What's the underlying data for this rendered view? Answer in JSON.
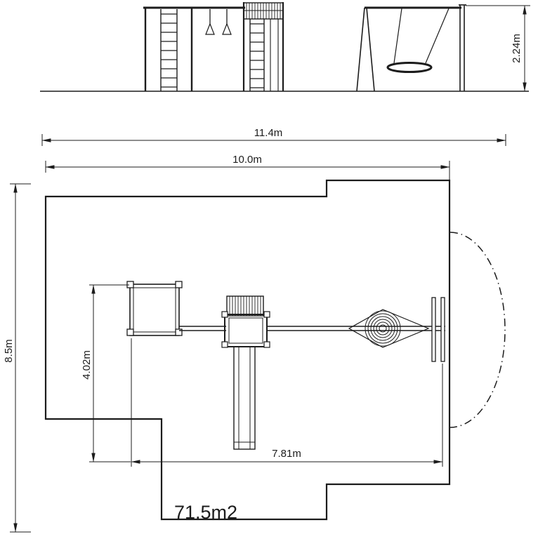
{
  "labels": {
    "elevation_height": "2.24m",
    "overall_width": "11.4m",
    "inner_width": "10.0m",
    "overall_depth": "8.5m",
    "inner_depth": "4.02m",
    "equipment_length": "7.81m",
    "area": "71.5m2"
  }
}
